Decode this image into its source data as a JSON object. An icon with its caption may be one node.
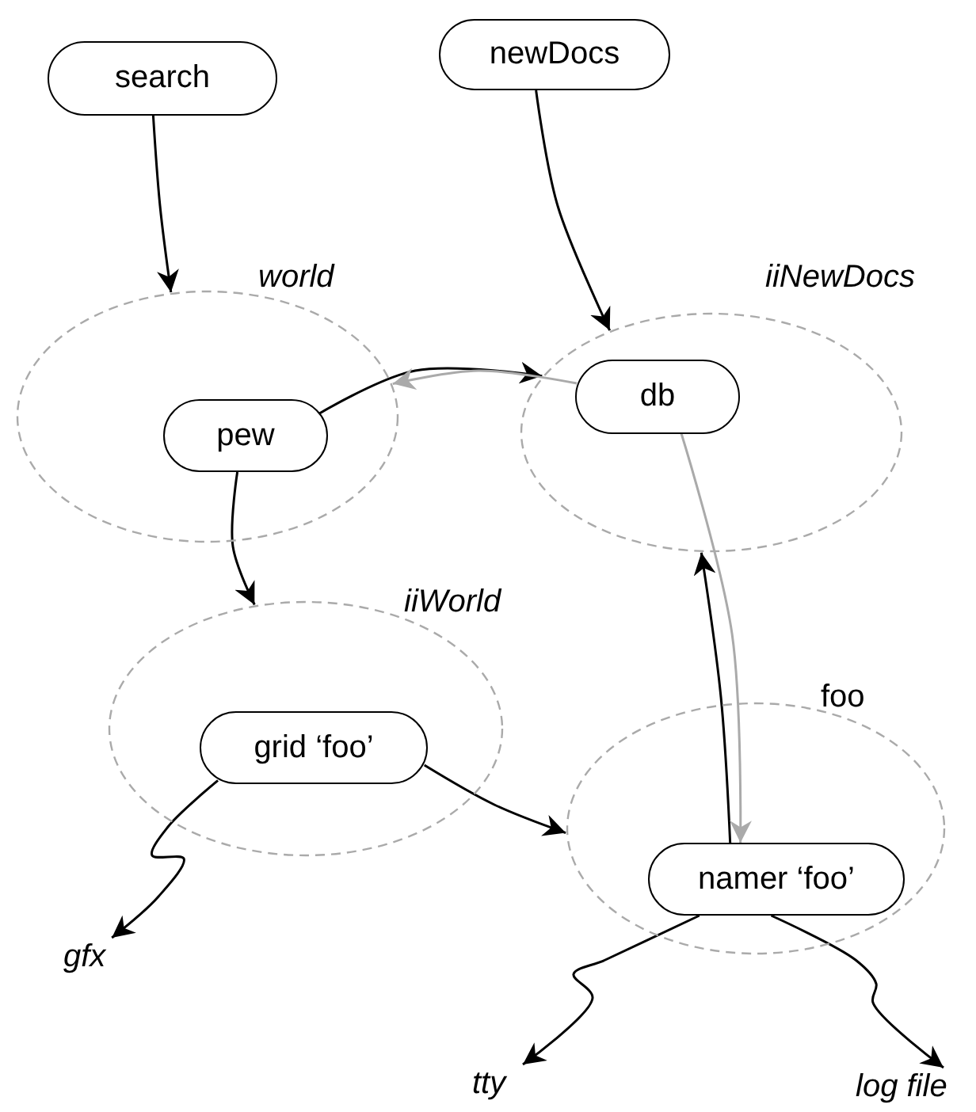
{
  "diagram": {
    "nodes": [
      {
        "text": [
          "search"
        ]
      },
      {
        "text": [
          "newDocs"
        ]
      },
      {
        "text": [
          "world"
        ]
      },
      {
        "text": [
          "pew"
        ],
        "in": 2
      },
      {
        "text": [
          "iiNewDocs"
        ]
      },
      {
        "text": [
          "db"
        ],
        "in": 4
      },
      {
        "text": [
          "iiWorld"
        ]
      },
      {
        "text": [
          "grid ‘foo’"
        ],
        "in": 6
      },
      {
        "text": [
          "foo"
        ]
      },
      {
        "text": [
          "namer ‘foo’"
        ],
        "in": 8
      },
      {
        "text": [
          "gfx"
        ]
      },
      {
        "text": [
          "tty"
        ]
      },
      {
        "text": [
          "log file"
        ]
      }
    ],
    "edges": [
      {
        "from": 0,
        "to": 2,
        "arrow": "to"
      },
      {
        "from": 1,
        "to": 4,
        "arrow": "to"
      },
      {
        "from": 3,
        "to": 4,
        "arrow": "to"
      },
      {
        "from": 5,
        "to": 2,
        "arrow": "to",
        "color": "#aaaaaa"
      },
      {
        "from": 3,
        "to": 6,
        "arrow": "to"
      },
      {
        "from": 7,
        "to": 8,
        "arrow": "to"
      },
      {
        "from": 9,
        "to": 4,
        "arrow": "to"
      },
      {
        "from": 5,
        "to": 9,
        "arrow": "to",
        "color": "#aaaaaa"
      },
      {
        "from": 7,
        "to": 10,
        "arrow": "to"
      },
      {
        "from": 9,
        "to": 11,
        "arrow": "to"
      },
      {
        "from": 9,
        "to": 12,
        "arrow": "to"
      }
    ]
  }
}
